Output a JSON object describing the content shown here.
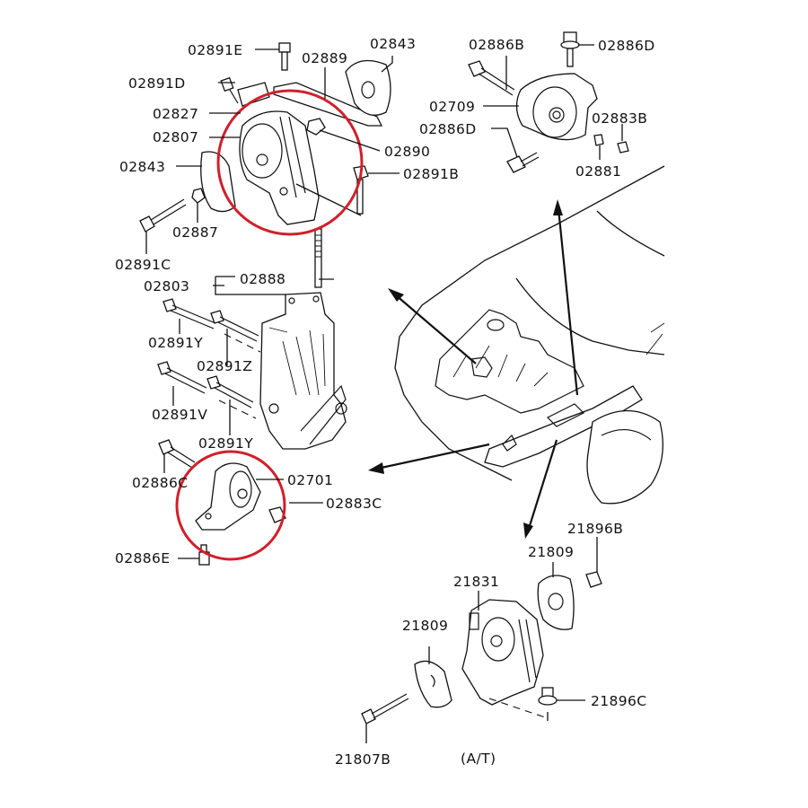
{
  "diagram": {
    "title": "Engine / transmission mount exploded view",
    "highlight_color": "#d0202a",
    "line_color": "#111111",
    "transmission_note": "(A/T)",
    "groups": {
      "upper_left_mount": {
        "labels": [
          "02891E",
          "02889",
          "02843",
          "02891D",
          "02827",
          "02807",
          "02890",
          "02843",
          "02891B",
          "02887",
          "02891C"
        ],
        "highlighted": true
      },
      "upper_right_mount": {
        "labels": [
          "02886B",
          "02886D",
          "02709",
          "02886D",
          "02883B",
          "02881"
        ]
      },
      "bracket": {
        "labels": [
          "02888",
          "02803",
          "02891Y",
          "02891Z",
          "02891V",
          "02891Y"
        ]
      },
      "lower_left_mount": {
        "labels": [
          "02886C",
          "02701",
          "02883C",
          "02886E"
        ],
        "highlighted": true
      },
      "at_mount": {
        "labels": [
          "21896B",
          "21809",
          "21831",
          "21809",
          "21896C",
          "21807B"
        ]
      }
    }
  }
}
